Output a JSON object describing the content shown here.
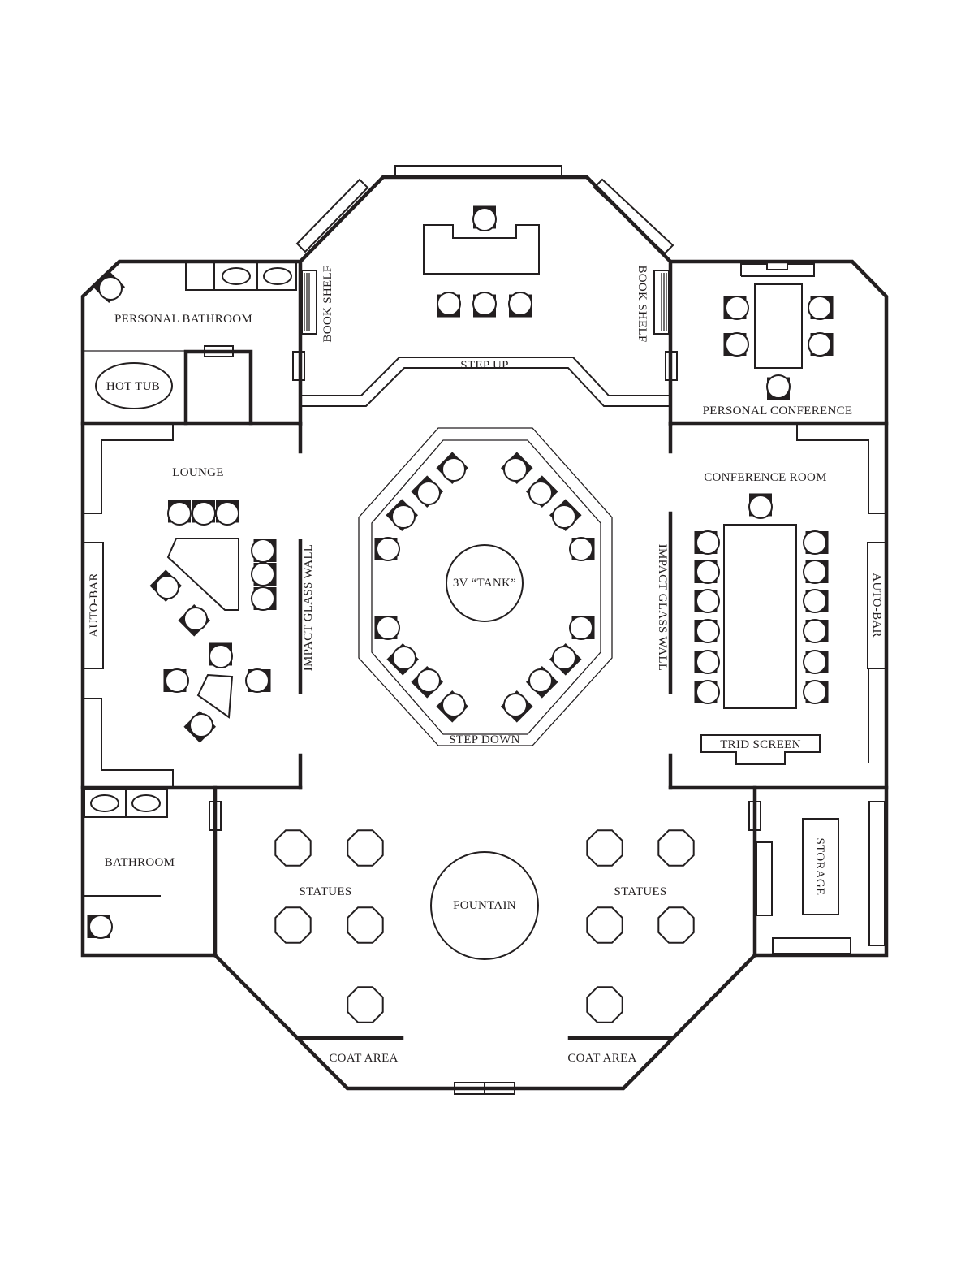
{
  "labels": {
    "personal_bathroom": "PERSONAL BATHROOM",
    "hot_tub": "HOT TUB",
    "book_shelf_left": "BOOK SHELF",
    "book_shelf_right": "BOOK SHELF",
    "step_up": "STEP UP",
    "personal_conference": "PERSONAL CONFERENCE",
    "lounge": "LOUNGE",
    "auto_bar_left": "AUTO-BAR",
    "impact_glass_wall_left": "IMPACT GLASS WALL",
    "tank": "3V “TANK”",
    "step_down": "STEP DOWN",
    "impact_glass_wall_right": "IMPACT GLASS WALL",
    "conference_room": "CONFERENCE ROOM",
    "auto_bar_right": "AUTO-BAR",
    "trid_screen": "TRID SCREEN",
    "bathroom": "BATHROOM",
    "statues_left": "STATUES",
    "fountain": "FOUNTAIN",
    "statues_right": "STATUES",
    "storage": "STORAGE",
    "coat_area_left": "COAT AREA",
    "coat_area_right": "COAT AREA"
  }
}
